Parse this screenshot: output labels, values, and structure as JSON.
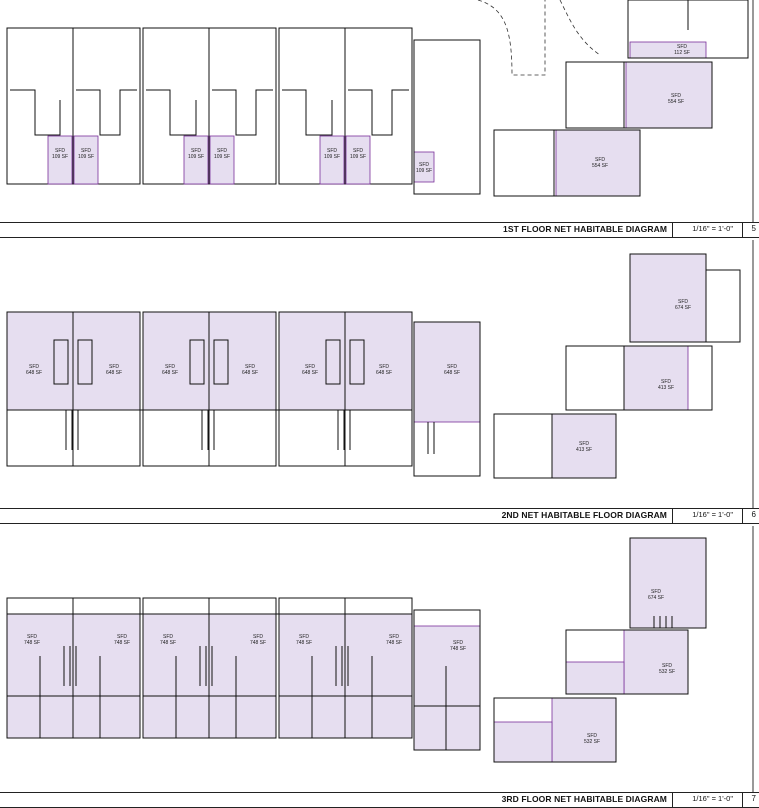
{
  "diagrams": [
    {
      "title": "1ST FLOOR NET HABITABLE DIAGRAM",
      "scale": "1/16\" = 1'-0\"",
      "sheet": "5",
      "units": [
        {
          "label": "SFD",
          "area": "109 SF"
        },
        {
          "label": "SFD",
          "area": "109 SF"
        },
        {
          "label": "SFD",
          "area": "109 SF"
        },
        {
          "label": "SFD",
          "area": "109 SF"
        },
        {
          "label": "SFD",
          "area": "109 SF"
        },
        {
          "label": "SFD",
          "area": "109 SF"
        },
        {
          "label": "SFD",
          "area": "109 SF"
        },
        {
          "label": "SFD",
          "area": "112 SF"
        },
        {
          "label": "SFD",
          "area": "554 SF"
        },
        {
          "label": "SFD",
          "area": "554 SF"
        }
      ]
    },
    {
      "title": "2ND NET HABITABLE FLOOR DIAGRAM",
      "scale": "1/16\" = 1'-0\"",
      "sheet": "6",
      "units": [
        {
          "label": "SFD",
          "area": "648 SF"
        },
        {
          "label": "SFD",
          "area": "648 SF"
        },
        {
          "label": "SFD",
          "area": "648 SF"
        },
        {
          "label": "SFD",
          "area": "648 SF"
        },
        {
          "label": "SFD",
          "area": "648 SF"
        },
        {
          "label": "SFD",
          "area": "648 SF"
        },
        {
          "label": "SFD",
          "area": "648 SF"
        },
        {
          "label": "SFD",
          "area": "674 SF"
        },
        {
          "label": "SFD",
          "area": "413 SF"
        },
        {
          "label": "SFD",
          "area": "413 SF"
        }
      ]
    },
    {
      "title": "3RD FLOOR NET HABITABLE DIAGRAM",
      "scale": "1/16\" = 1'-0\"",
      "sheet": "7",
      "units": [
        {
          "label": "SFD",
          "area": "748 SF"
        },
        {
          "label": "SFD",
          "area": "748 SF"
        },
        {
          "label": "SFD",
          "area": "748 SF"
        },
        {
          "label": "SFD",
          "area": "748 SF"
        },
        {
          "label": "SFD",
          "area": "748 SF"
        },
        {
          "label": "SFD",
          "area": "748 SF"
        },
        {
          "label": "SFD",
          "area": "748 SF"
        },
        {
          "label": "SFD",
          "area": "674 SF"
        },
        {
          "label": "SFD",
          "area": "532 SF"
        },
        {
          "label": "SFD",
          "area": "532 SF"
        }
      ]
    }
  ],
  "colors": {
    "habitable_fill": "#e6def0",
    "habitable_edge": "#7a2f9a",
    "wall": "#111111",
    "background": "#ffffff"
  }
}
